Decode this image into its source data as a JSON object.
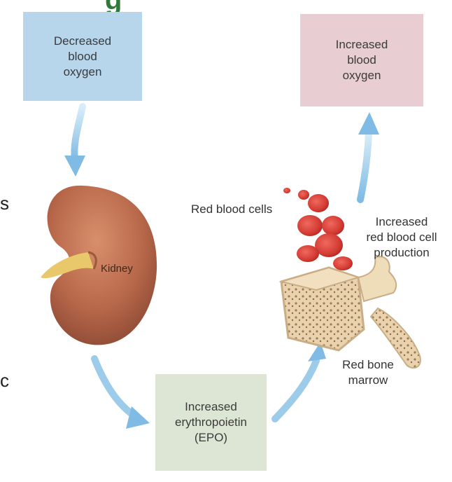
{
  "title_fragment": "g",
  "edge_fragments": {
    "left_top": "s",
    "left_bottom": "c"
  },
  "boxes": {
    "decreased": "Decreased\nblood\noxygen",
    "increased_oxygen": "Increased\nblood\noxygen",
    "epo": "Increased\nerythropoietin\n(EPO)"
  },
  "labels": {
    "kidney": "Kidney",
    "red_blood_cells": "Red blood cells",
    "rbc_production": "Increased\nred blood cell\nproduction",
    "marrow": "Red bone\nmarrow"
  },
  "colors": {
    "decreased_box": "#b7d6ec",
    "increased_box": "#e8cdd2",
    "epo_box": "#dde6d4",
    "arrow": "#8ec3e6",
    "kidney": "#b8684a",
    "rbc": "#d23a32",
    "bone": "#e9d2ad"
  }
}
